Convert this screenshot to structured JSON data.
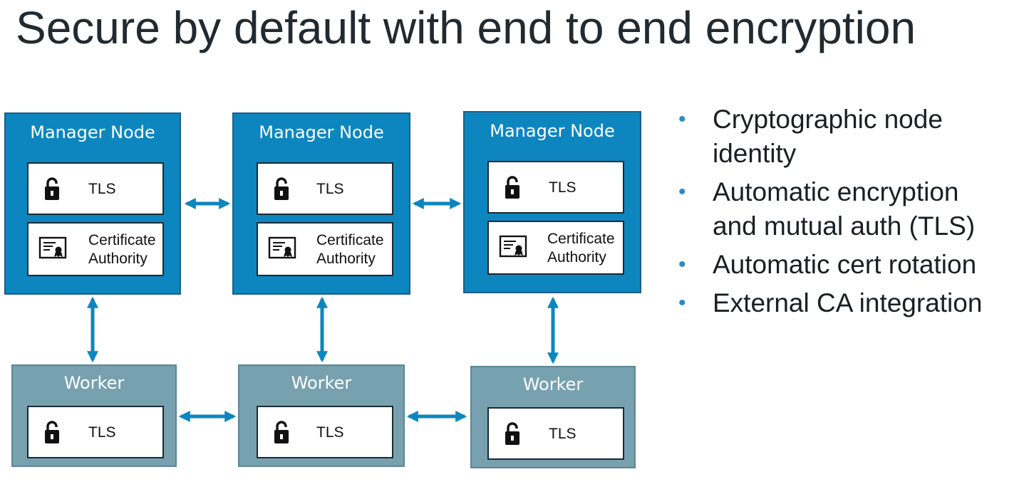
{
  "title": "Secure by default with end to end encryption",
  "managers": [
    {
      "title": "Manager Node",
      "tls_label": "TLS",
      "ca_label_line1": "Certificate",
      "ca_label_line2": "Authority"
    },
    {
      "title": "Manager Node",
      "tls_label": "TLS",
      "ca_label_line1": "Certificate",
      "ca_label_line2": "Authority"
    },
    {
      "title": "Manager Node",
      "tls_label": "TLS",
      "ca_label_line1": "Certificate",
      "ca_label_line2": "Authority"
    }
  ],
  "workers": [
    {
      "title": "Worker",
      "tls_label": "TLS"
    },
    {
      "title": "Worker",
      "tls_label": "TLS"
    },
    {
      "title": "Worker",
      "tls_label": "TLS"
    }
  ],
  "bullets": [
    {
      "line1": "Cryptographic node",
      "line2": "identity"
    },
    {
      "line1": "Automatic encryption",
      "line2": "and mutual auth (TLS)"
    },
    {
      "line1": "Automatic cert rotation",
      "line2": ""
    },
    {
      "line1": "External CA integration",
      "line2": ""
    }
  ],
  "colors": {
    "manager_fill": "#0d86bf",
    "worker_fill": "#78a1b0",
    "arrow": "#0d86bf",
    "bullet_dot": "#2f8ac5"
  },
  "icons": {
    "tls": "padlock-icon",
    "ca": "certificate-icon",
    "bullet": "bullet-dot"
  }
}
